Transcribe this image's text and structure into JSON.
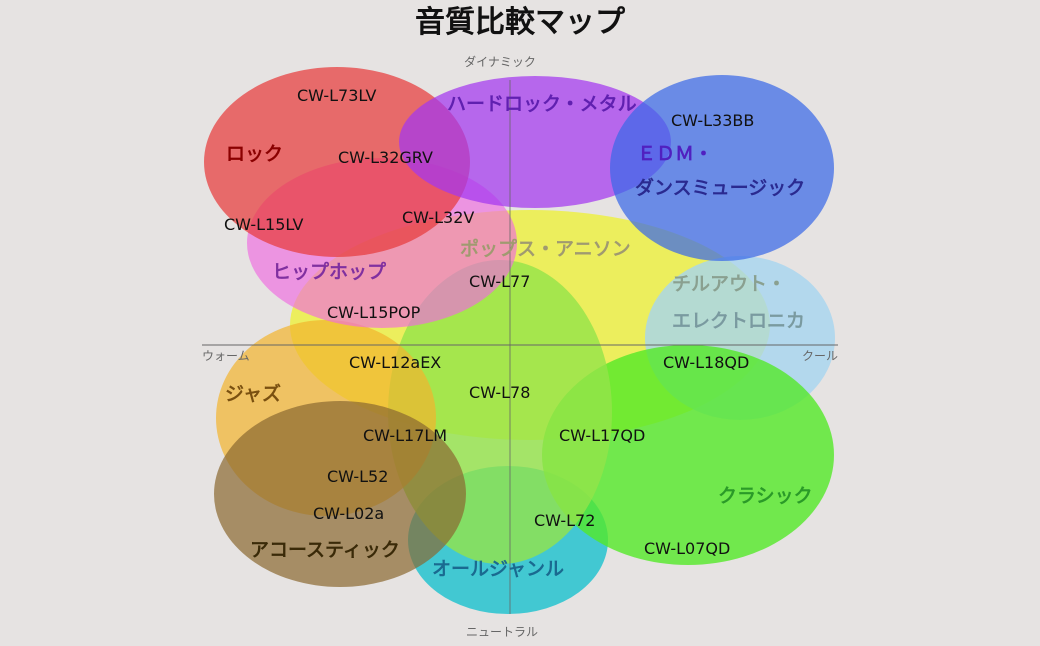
{
  "title": "音質比較マップ",
  "axes": {
    "top": "ダイナミック",
    "bottom": "ニュートラル",
    "left": "ウォーム",
    "right": "クール"
  },
  "genres": {
    "rock": {
      "label": "ロック",
      "color": "#e83c3c"
    },
    "hardrock": {
      "label": "ハードロック・メタル",
      "color": "#a437f0"
    },
    "edm": {
      "label1": "ＥＤＭ・",
      "label2": "ダンスミュージック",
      "color": "#4a78ea"
    },
    "hiphop": {
      "label": "ヒップホップ",
      "color": "#f06ae0"
    },
    "pops": {
      "label": "ポップス・アニソン",
      "color": "#eef03c"
    },
    "chill": {
      "label1": "チルアウト・",
      "label2": "エレクトロニカ",
      "color": "#a6d4f0"
    },
    "jazz": {
      "label": "ジャズ",
      "color": "#f2b42e"
    },
    "acoustic": {
      "label": "アコースティック",
      "color": "#8a6830"
    },
    "allgenre": {
      "label": "オールジャンル",
      "color": "#94e44a",
      "tail_color": "#30c4d0"
    },
    "classic": {
      "label": "クラシック",
      "color": "#54e828"
    }
  },
  "models": [
    "CW-L73LV",
    "CW-L32GRV",
    "CW-L15LV",
    "CW-L32V",
    "CW-L33BB",
    "CW-L77",
    "CW-L15POP",
    "CW-L12aEX",
    "CW-L78",
    "CW-L18QD",
    "CW-L17LM",
    "CW-L17QD",
    "CW-L52",
    "CW-L02a",
    "CW-L72",
    "CW-L07QD"
  ]
}
